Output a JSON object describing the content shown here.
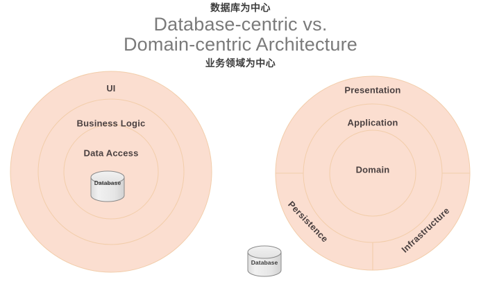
{
  "header": {
    "cn_note_top": "数据库为中心",
    "title_line1": "Database-centric vs.",
    "title_line2": "Domain-centric Architecture",
    "cn_note_bottom": "业务领域为中心"
  },
  "colors": {
    "ring_fill": "#fbded0",
    "ring_stroke": "#f2cdaa",
    "label_text": "#4a4040",
    "title_text": "#7a7a7a",
    "cn_text": "#3b3b3b",
    "cylinder_fill": "#e8e8e8",
    "cylinder_stroke": "#8a8a8a",
    "page_background": "#ffffff"
  },
  "left_diagram": {
    "name": "database-centric",
    "rings": [
      {
        "label": "UI",
        "radius": 145
      },
      {
        "label": "Business Logic",
        "radius": 105
      },
      {
        "label": "Data Access",
        "radius": 68
      }
    ],
    "center_store": {
      "label": "Database",
      "icon": "database-cylinder-icon"
    }
  },
  "right_diagram": {
    "name": "domain-centric",
    "rings": [
      {
        "label": "Presentation",
        "radius": 140
      },
      {
        "label": "Application",
        "radius": 100
      },
      {
        "label": "Domain",
        "radius": 62
      }
    ],
    "arc_segments": [
      {
        "label": "Persistence"
      },
      {
        "label": "Infrastructure"
      }
    ],
    "external_store": {
      "label": "Database",
      "icon": "database-cylinder-icon"
    }
  }
}
